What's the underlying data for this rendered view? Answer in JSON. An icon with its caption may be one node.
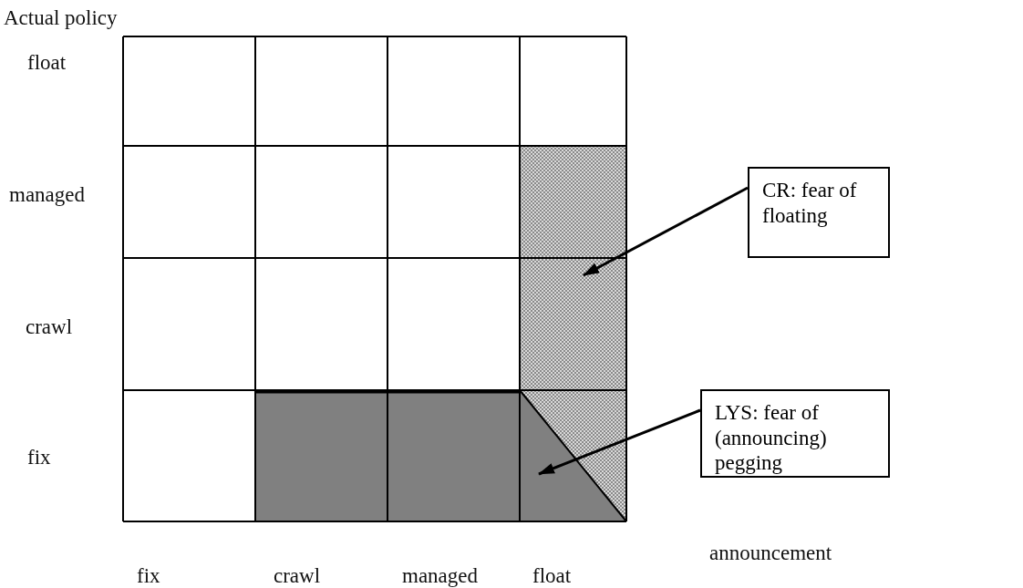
{
  "diagram": {
    "nodes": [
      {
        "text": [
          "CR: fear of floating"
        ]
      },
      {
        "text": [],
        "shape": "box"
      },
      {
        "text": [
          "LYS: fear of (announcing) pegging"
        ]
      },
      {
        "text": [],
        "shape": "box"
      }
    ],
    "edges": [
      {
        "from": 0,
        "to": 1,
        "arrow": "to"
      },
      {
        "from": 2,
        "to": 3,
        "arrow": "to"
      }
    ],
    "labels": [
      "Actual policy",
      "float",
      "managed",
      "crawl",
      "fix",
      "announcement",
      "fix",
      "crawl",
      "managed",
      "float"
    ]
  }
}
